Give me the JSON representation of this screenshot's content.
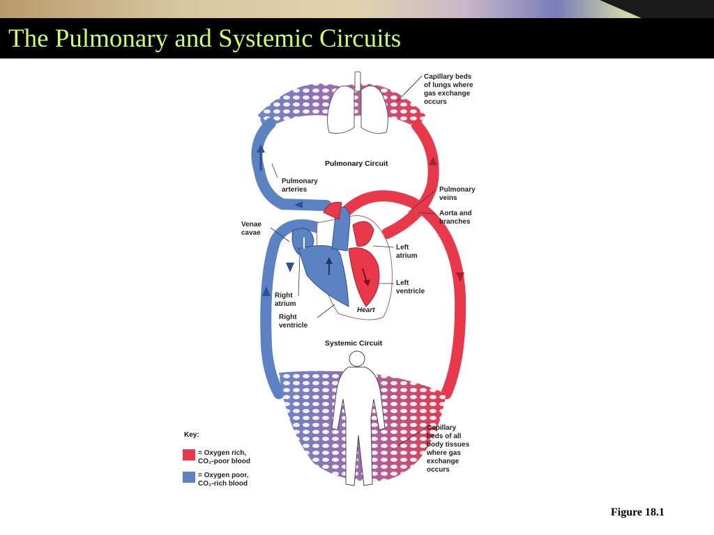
{
  "slide": {
    "title": "The Pulmonary and Systemic Circuits",
    "figure_label": "Figure 18.1"
  },
  "diagram": {
    "circuits": {
      "pulmonary": "Pulmonary Circuit",
      "systemic": "Systemic Circuit"
    },
    "heart_label": "Heart",
    "labels": {
      "lung_capillaries": "Capillary beds\nof lungs where\ngas exchange\noccurs",
      "pulmonary_arteries": "Pulmonary\narteries",
      "pulmonary_veins": "Pulmonary\nveins",
      "aorta": "Aorta and\nbranches",
      "venae_cavae": "Venae\ncavae",
      "left_atrium": "Left\natrium",
      "left_ventricle": "Left\nventricle",
      "right_atrium": "Right\natrium",
      "right_ventricle": "Right\nventricle",
      "body_capillaries": "Capillary\nbeds of all\nbody tissues\nwhere gas\nexchange\noccurs"
    },
    "key": {
      "title": "Key:",
      "oxygen_rich": "= Oxygen rich,\nCO₂-poor blood",
      "oxygen_poor": "= Oxygen poor,\nCO₂-rich blood"
    },
    "colors": {
      "oxygen_rich": "#e8384a",
      "oxygen_poor": "#5b82c2",
      "capillary": "#9a5a9c"
    }
  }
}
